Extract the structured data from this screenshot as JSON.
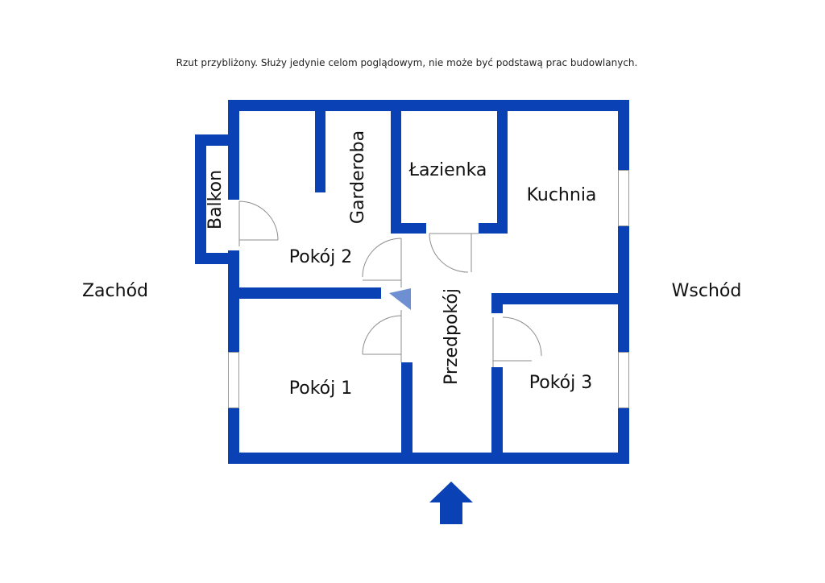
{
  "disclaimer": "Rzut przybliżony. Służy jedynie celom poglądowym, nie może być podstawą prac budowlanych.",
  "directions": {
    "west": "Zachód",
    "east": "Wschód"
  },
  "rooms": {
    "balkon": "Balkon",
    "garderoba": "Garderoba",
    "lazienka": "Łazienka",
    "kuchnia": "Kuchnia",
    "pokoj2": "Pokój 2",
    "przedpokoj": "Przedpokój",
    "pokoj1": "Pokój 1",
    "pokoj3": "Pokój 3"
  },
  "colors": {
    "wall": "#0a41b4",
    "door_arc": "#8c8c8c",
    "window": "#ffffff",
    "entrance_arrow": "#0a41b4"
  },
  "icons": {
    "entrance": "up-arrow-icon"
  }
}
